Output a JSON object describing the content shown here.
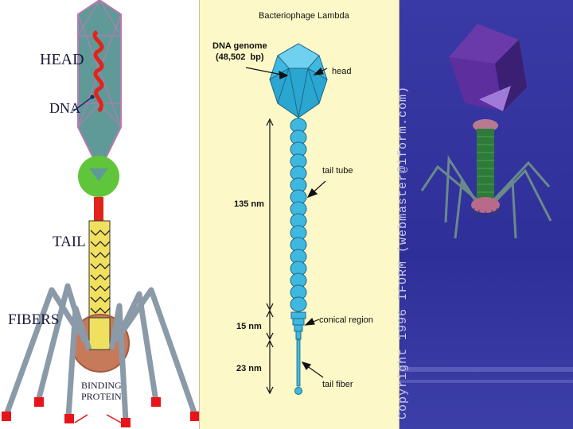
{
  "left_panel": {
    "labels": {
      "head": "HEAD",
      "dna": "DNA",
      "tail": "TAIL",
      "fibers": "FIBERS",
      "binding_line1": "BINDING",
      "binding_line2": "PROTEIN"
    },
    "colors": {
      "head": "#5f9a98",
      "dna": "#e2231a",
      "collar": "#5fc53a",
      "tail": "#f0e060",
      "fibers": "#8a9aa8",
      "binding": "#e8141a"
    }
  },
  "middle_panel": {
    "title": "Bacteriophage Lambda",
    "labels": {
      "dna_genome": "DNA genome",
      "dna_size": "(48,502  bp)",
      "head": "head",
      "tail_tube": "tail tube",
      "conical_region": "conical region",
      "tail_fiber": "tail fiber"
    },
    "dimensions": {
      "tube": "135 nm",
      "conical": "15 nm",
      "fiber": "23 nm"
    },
    "colors": {
      "structure": "#3fb8e0",
      "background": "#fdf8c8"
    }
  },
  "right_panel": {
    "copyright": "Copyright 1996 IFORM (webmaster@iform.com)",
    "colors": {
      "background": "#3434a0",
      "head": "#5a2a9a",
      "tail": "#2e7a3a",
      "legs": "#6a8a8a"
    }
  }
}
